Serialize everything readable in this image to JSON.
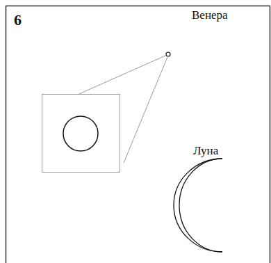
{
  "diagram": {
    "labels": [
      "6",
      "Венера",
      "Луна"
    ]
  }
}
